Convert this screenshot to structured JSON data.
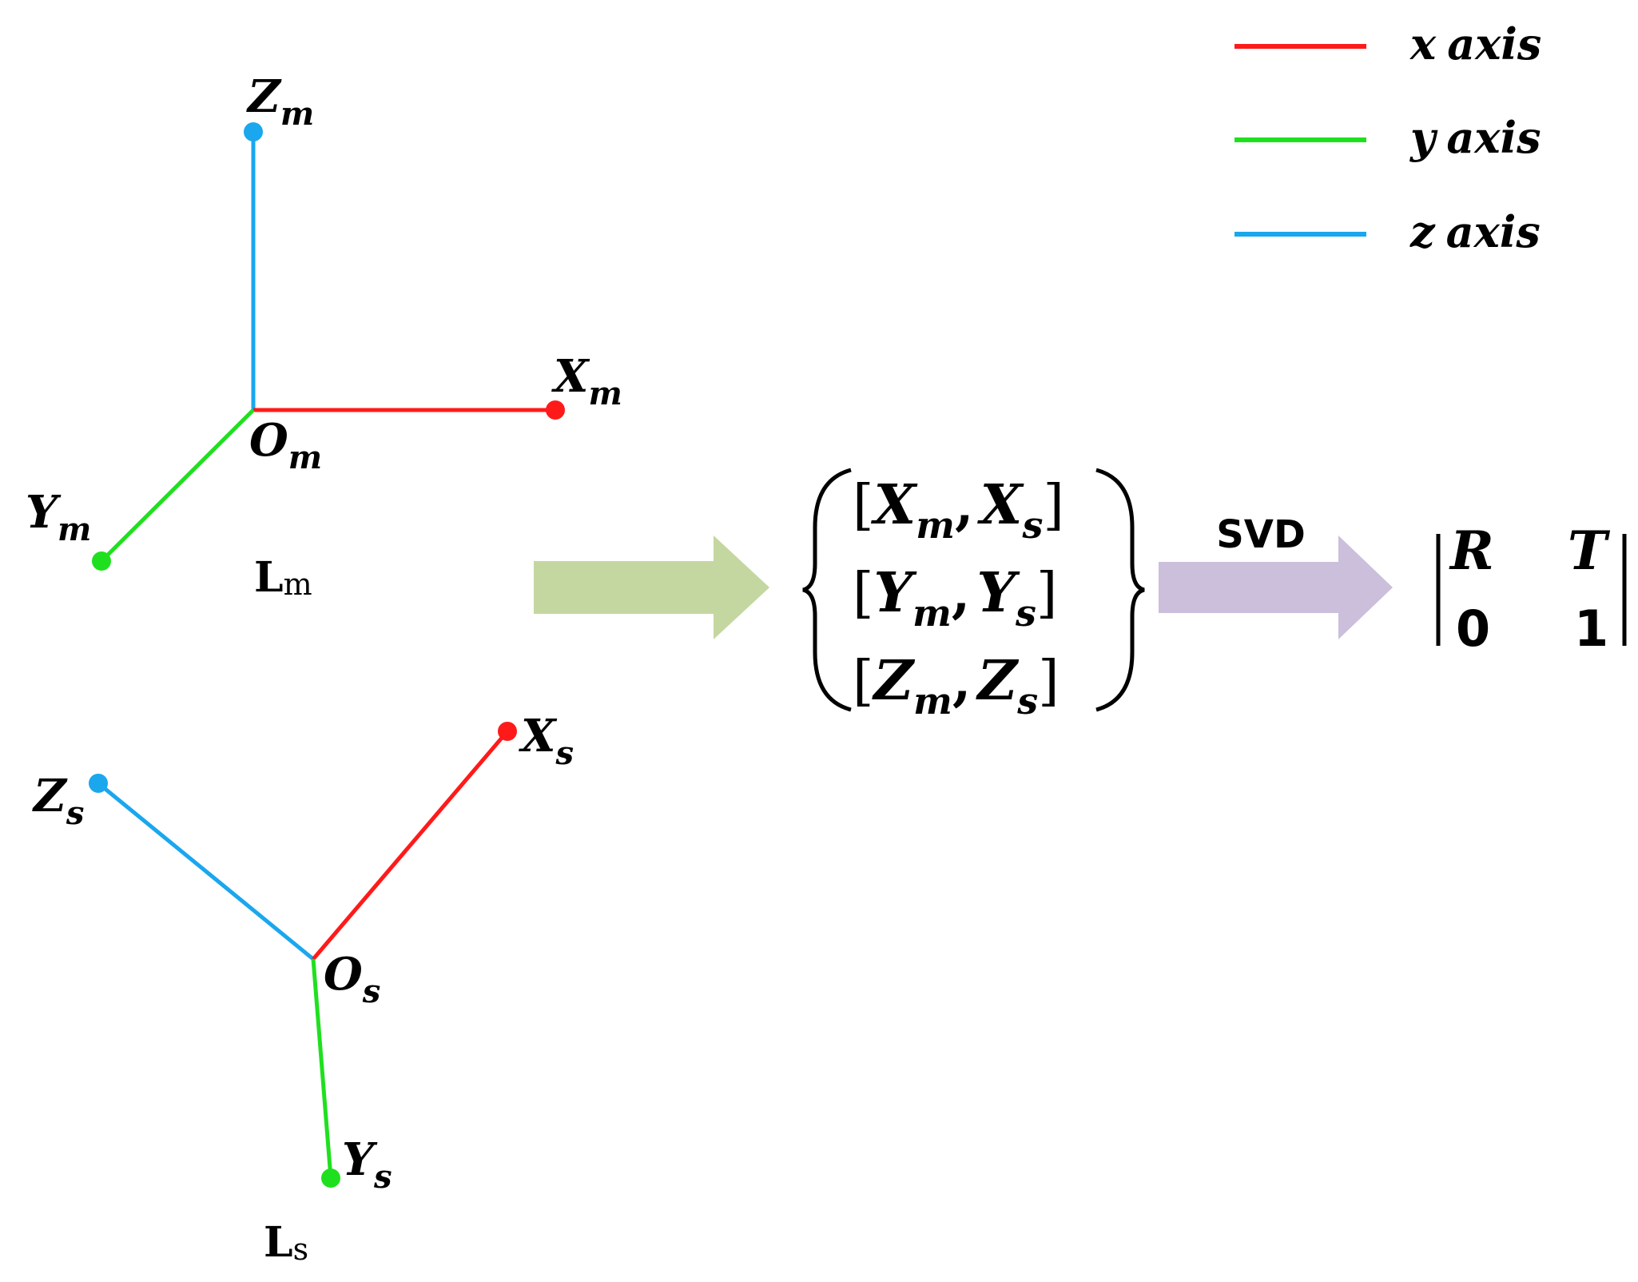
{
  "colors": {
    "x_axis": "#ff1a1a",
    "y_axis": "#1fe01f",
    "z_axis": "#1aa7ee",
    "arrow_green": "#c4d7a0",
    "arrow_purple": "#cbbfdc",
    "text": "#000000"
  },
  "legend": {
    "items": [
      {
        "var": "x",
        "word": "axis",
        "color_key": "x_axis"
      },
      {
        "var": "y",
        "word": "axis",
        "color_key": "y_axis"
      },
      {
        "var": "z",
        "word": "axis",
        "color_key": "z_axis"
      }
    ]
  },
  "frame_m": {
    "name_main": "L",
    "name_sub": "m",
    "origin": {
      "main": "O",
      "sub": "m"
    },
    "x_end": {
      "main": "X",
      "sub": "m"
    },
    "y_end": {
      "main": "Y",
      "sub": "m"
    },
    "z_end": {
      "main": "Z",
      "sub": "m"
    }
  },
  "frame_s": {
    "name_main": "L",
    "name_sub": "s",
    "origin": {
      "main": "O",
      "sub": "s"
    },
    "x_end": {
      "main": "X",
      "sub": "s"
    },
    "y_end": {
      "main": "Y",
      "sub": "s"
    },
    "z_end": {
      "main": "Z",
      "sub": "s"
    }
  },
  "pairs": [
    {
      "a_main": "X",
      "a_sub": "m",
      "b_main": "X",
      "b_sub": "s"
    },
    {
      "a_main": "Y",
      "a_sub": "m",
      "b_main": "Y",
      "b_sub": "s"
    },
    {
      "a_main": "Z",
      "a_sub": "m",
      "b_main": "Z",
      "b_sub": "s"
    }
  ],
  "svd_label": "SVD",
  "matrix": {
    "r1c1": "R",
    "r1c2": "T",
    "r2c1": "0",
    "r2c2": "1"
  }
}
